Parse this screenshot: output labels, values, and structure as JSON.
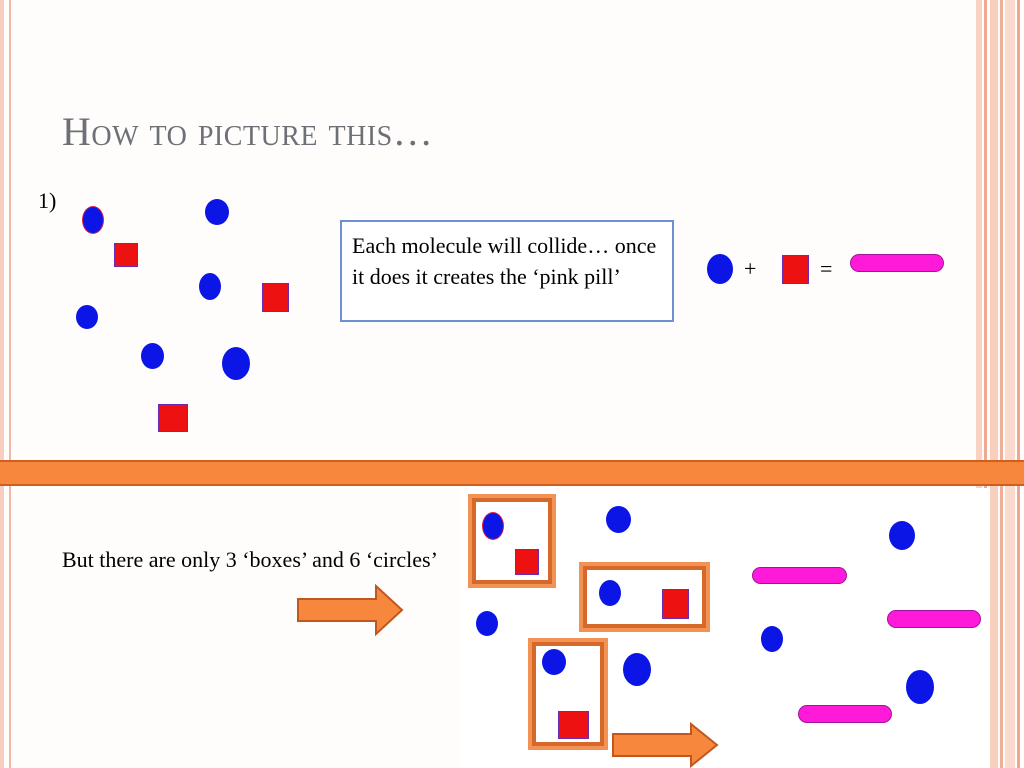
{
  "slide": {
    "title": "How to picture this…",
    "step_label": "1)",
    "callout_text": "Each molecule will collide… once it does it creates the ‘pink pill’",
    "equation": {
      "plus": "+",
      "equals": "="
    },
    "note_text": "But there are only 3 ‘boxes’ and 6 ‘circles’"
  },
  "colors": {
    "circle": "#0b16e6",
    "square": "#ee1111",
    "pill": "#ff1ad9",
    "divider": "#f7873c",
    "group_box": "#d6692a",
    "title": "#6e7077",
    "callout_border": "#6d8fd3"
  },
  "icons": {
    "circle": "blue-molecule-circle",
    "square": "red-molecule-square",
    "pill": "pink-pill-product",
    "arrow": "right-arrow"
  }
}
